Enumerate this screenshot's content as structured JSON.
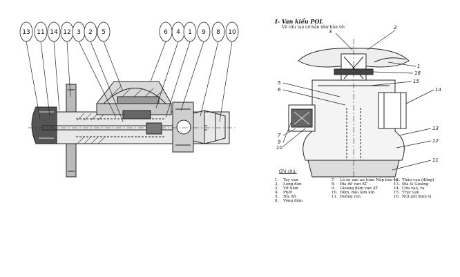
{
  "left_diagram": {
    "callouts": [
      "13",
      "11",
      "14",
      "12",
      "3",
      "2",
      "5",
      "6",
      "4",
      "1",
      "9",
      "8",
      "10"
    ]
  },
  "right_diagram": {
    "section_title": "I- Van kiểu POL",
    "subtitle": "Vẽ cấu tạo cơ bản như bản vẽ:",
    "callouts": [
      "3",
      "2",
      "1",
      "16",
      "15",
      "5",
      "6",
      "14",
      "13",
      "12",
      "11",
      "7",
      "9",
      "10"
    ],
    "legend_title": "Ghi chú:",
    "legend": [
      {
        "n": "1.",
        "t": "Tay van"
      },
      {
        "n": "2.",
        "t": "Long đen"
      },
      {
        "n": "3.",
        "t": "Vít hãm"
      },
      {
        "n": "4.",
        "t": "Phớt"
      },
      {
        "n": "5.",
        "t": "Đĩa đỡ"
      },
      {
        "n": "6.",
        "t": "Vòng đệm"
      },
      {
        "n": "7.",
        "t": "Lò xo van an toàn Nắp bảo vệ"
      },
      {
        "n": "8.",
        "t": "Đĩa đế van AT"
      },
      {
        "n": "9.",
        "t": "Gioăng đệm van AT"
      },
      {
        "n": "10.",
        "t": "Đệm, đầu làm kín"
      },
      {
        "n": "11.",
        "t": "Đường ren"
      },
      {
        "n": "12.",
        "t": "Thân van (đồng)"
      },
      {
        "n": "13.",
        "t": "Đĩa & Gioăng"
      },
      {
        "n": "14.",
        "t": "Cửa vào, ra"
      },
      {
        "n": "15.",
        "t": "Trục van"
      },
      {
        "n": "16.",
        "t": "Nút giữ định vị"
      }
    ]
  }
}
